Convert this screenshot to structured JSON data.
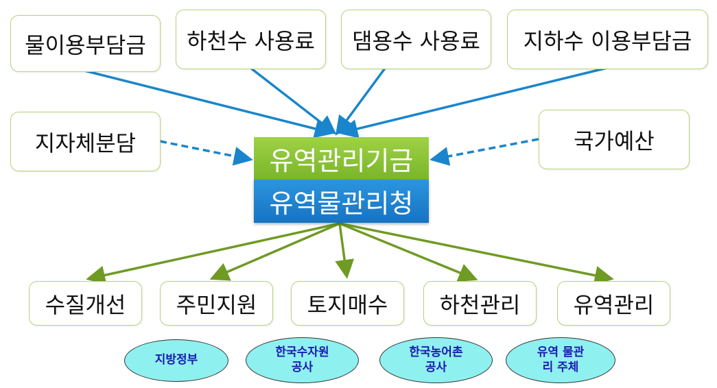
{
  "sources": [
    "물이용부담금",
    "하천수 사용료",
    "댐용수 사용료",
    "지하수 이용부담금"
  ],
  "side_sources": {
    "left": "지자체분담",
    "right": "국가예산"
  },
  "center": {
    "fund": "유역관리기금",
    "agency": "유역물관리청"
  },
  "uses": [
    "수질개선",
    "주민지원",
    "토지매수",
    "하천관리",
    "유역관리"
  ],
  "actors": [
    {
      "line1": "지방정부",
      "line2": ""
    },
    {
      "line1": "한국수자원",
      "line2": "공사"
    },
    {
      "line1": "한국농어촌",
      "line2": "공사"
    },
    {
      "line1": "유역 물관",
      "line2": "리 주체"
    }
  ],
  "colors": {
    "blue_arrow": "#1a85cc",
    "green_arrow": "#6f9a24",
    "fund": "#8cc63f",
    "agency": "#1f82d0",
    "actor_fill": "#8ff0f0"
  }
}
